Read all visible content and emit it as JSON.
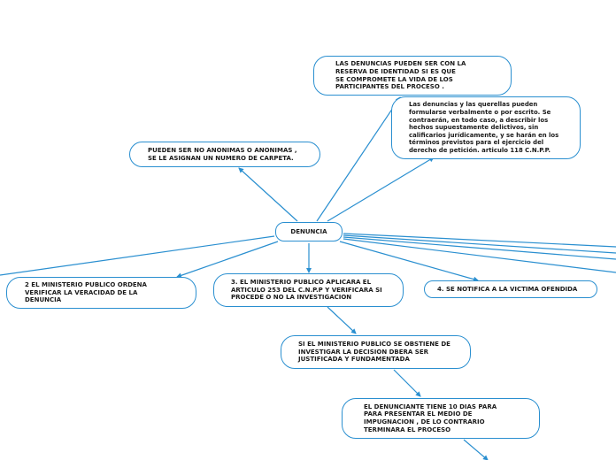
{
  "colors": {
    "edge": "#2a8fd0",
    "node_border": "#2a8fd0",
    "text": "#1a1a1a",
    "background": "#ffffff"
  },
  "nodes": {
    "root": "DENUNCIA",
    "reserva": "LAS DENUNCIAS PUEDEN SER CON LA RESERVA DE IDENTIDAD SI ES QUE SE COMPROMETE LA VIDA DE LOS PARTICIPANTES DEL PROCESO .",
    "formular": "Las denuncias y las querellas pueden formularse verbalmente o por escrito. Se contraerán, en todo caso, a describir los hechos supuestamente delictivos, sin calificarios jurídicamente, y se harán en los términos previstos para el ejercicio del derecho de petición. articulo 118 C.N.P.P.",
    "anonimas": "PUEDEN SER NO ANONIMAS O ANONIMAS , SE LE ASIGNAN UN NUMERO DE CARPETA.",
    "veracidad": "2 EL MINISTERIO PUBLICO ORDENA VERIFICAR LA VERACIDAD DE LA DENUNCIA",
    "articulo253": "3. EL MINISTERIO PUBLICO APLICARA EL ARTICULO 253 DEL C.N.P.P Y VERIFICARA SI PROCEDE O NO LA INVESTIGACION",
    "victima": "4. SE NOTIFICA A LA VICTIMA OFENDIDA",
    "obstiene": "SI EL MINISTERIO PUBLICO SE OBSTIENE DE INVESTIGAR LA DECISION DBERA SER JUSTIFICADA Y FUNDAMENTADA",
    "impugnacion": "EL DENUNCIANTE TIENE 10 DIAS PARA PARA PRESENTAR EL MEDIO DE IMPUGNACION , DE LO CONTRARIO TERMINARA EL PROCESO"
  }
}
